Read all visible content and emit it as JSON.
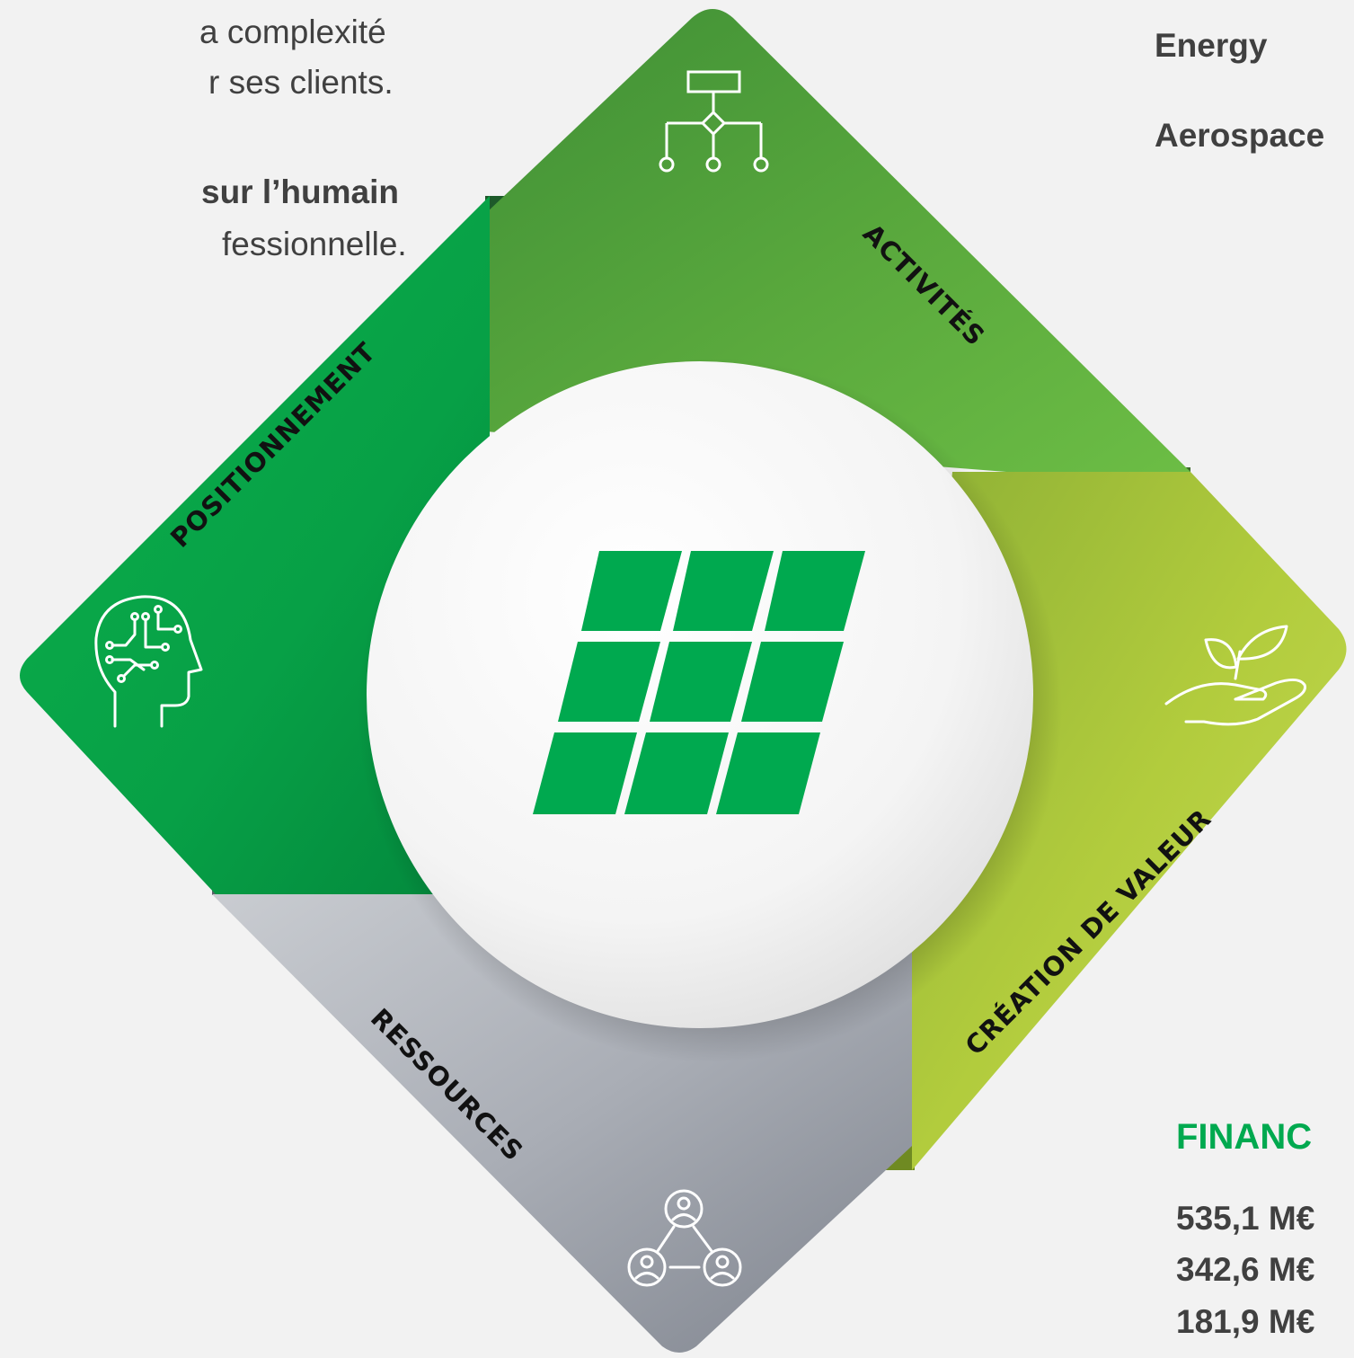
{
  "intro": {
    "line1": "a complexité",
    "line2": "r ses clients.",
    "line3_bold": "sur l’humain",
    "line4": "fessionnelle."
  },
  "sectors": {
    "item1": "Energy",
    "item2": "Aerospace"
  },
  "finance": {
    "heading": "FINANC",
    "values": [
      "535,1 M€",
      "342,6 M€",
      "181,9 M€"
    ]
  },
  "diagram": {
    "quadrants": {
      "activites": "ACTIVITÉS",
      "positionnement": "POSITIONNEMENT",
      "creation": "CRÉATION DE VALEUR",
      "ressources": "RESSOURCES"
    },
    "icons": {
      "activites": "flowchart-icon",
      "positionnement": "head-circuit-icon",
      "creation": "hand-plant-icon",
      "ressources": "people-network-icon",
      "center": "solar-panel-logo"
    },
    "colors": {
      "activites": "#5aaa3c",
      "positionnement": "#07a84a",
      "creation": "#b3cc40",
      "ressources": "#9fa4ad",
      "accent": "#00a94f"
    }
  }
}
